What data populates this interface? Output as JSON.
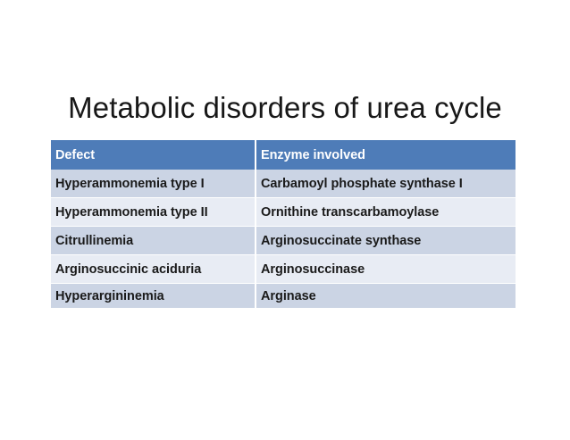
{
  "slide": {
    "title": "Metabolic disorders of urea cycle",
    "background_color": "#FFFFFF"
  },
  "table": {
    "header_background": "#4E7CB8",
    "header_text_color": "#FFFFFF",
    "band_dark_color": "#CBD4E4",
    "band_light_color": "#E8ECF4",
    "body_text_color": "#1A1A1A",
    "columns": [
      {
        "label": "Defect"
      },
      {
        "label": "Enzyme involved"
      }
    ],
    "rows": [
      {
        "defect": "Hyperammonemia type I",
        "enzyme": "Carbamoyl phosphate synthase I"
      },
      {
        "defect": "Hyperammonemia type II",
        "enzyme": "Ornithine transcarbamoylase"
      },
      {
        "defect": "Citrullinemia",
        "enzyme": "Arginosuccinate synthase"
      },
      {
        "defect": "Arginosuccinic aciduria",
        "enzyme": "Arginosuccinase"
      },
      {
        "defect": "Hyperargininemia",
        "enzyme": "Arginase"
      }
    ]
  }
}
